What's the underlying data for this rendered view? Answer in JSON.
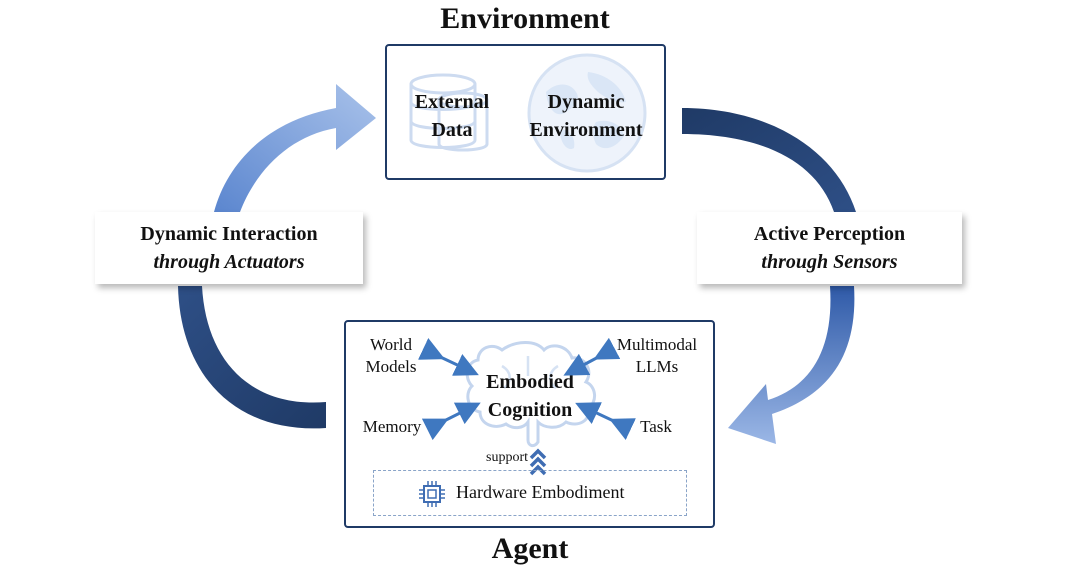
{
  "environment": {
    "title": "Environment",
    "external_data": [
      "External",
      "Data"
    ],
    "dynamic_environment": [
      "Dynamic",
      "Environment"
    ]
  },
  "labels": {
    "left": {
      "line1": "Dynamic Interaction",
      "line2": "through Actuators"
    },
    "right": {
      "line1": "Active Perception",
      "line2": "through Sensors"
    }
  },
  "agent": {
    "title": "Agent",
    "center": [
      "Embodied",
      "Cognition"
    ],
    "world_models": [
      "World",
      "Models"
    ],
    "multimodal": [
      "Multimodal",
      "LLMs"
    ],
    "memory": "Memory",
    "task": "Task",
    "support": "support",
    "hardware": "Hardware Embodiment"
  },
  "colors": {
    "box_border": "#1f3a66",
    "arrow_light": "#9bb7e6",
    "arrow_dark": "#1f3a66",
    "blue_arrow": "#3f78c0"
  },
  "icons": [
    "database-icon",
    "globe-icon",
    "brain-icon",
    "chip-icon",
    "chevron-up-double-icon"
  ]
}
